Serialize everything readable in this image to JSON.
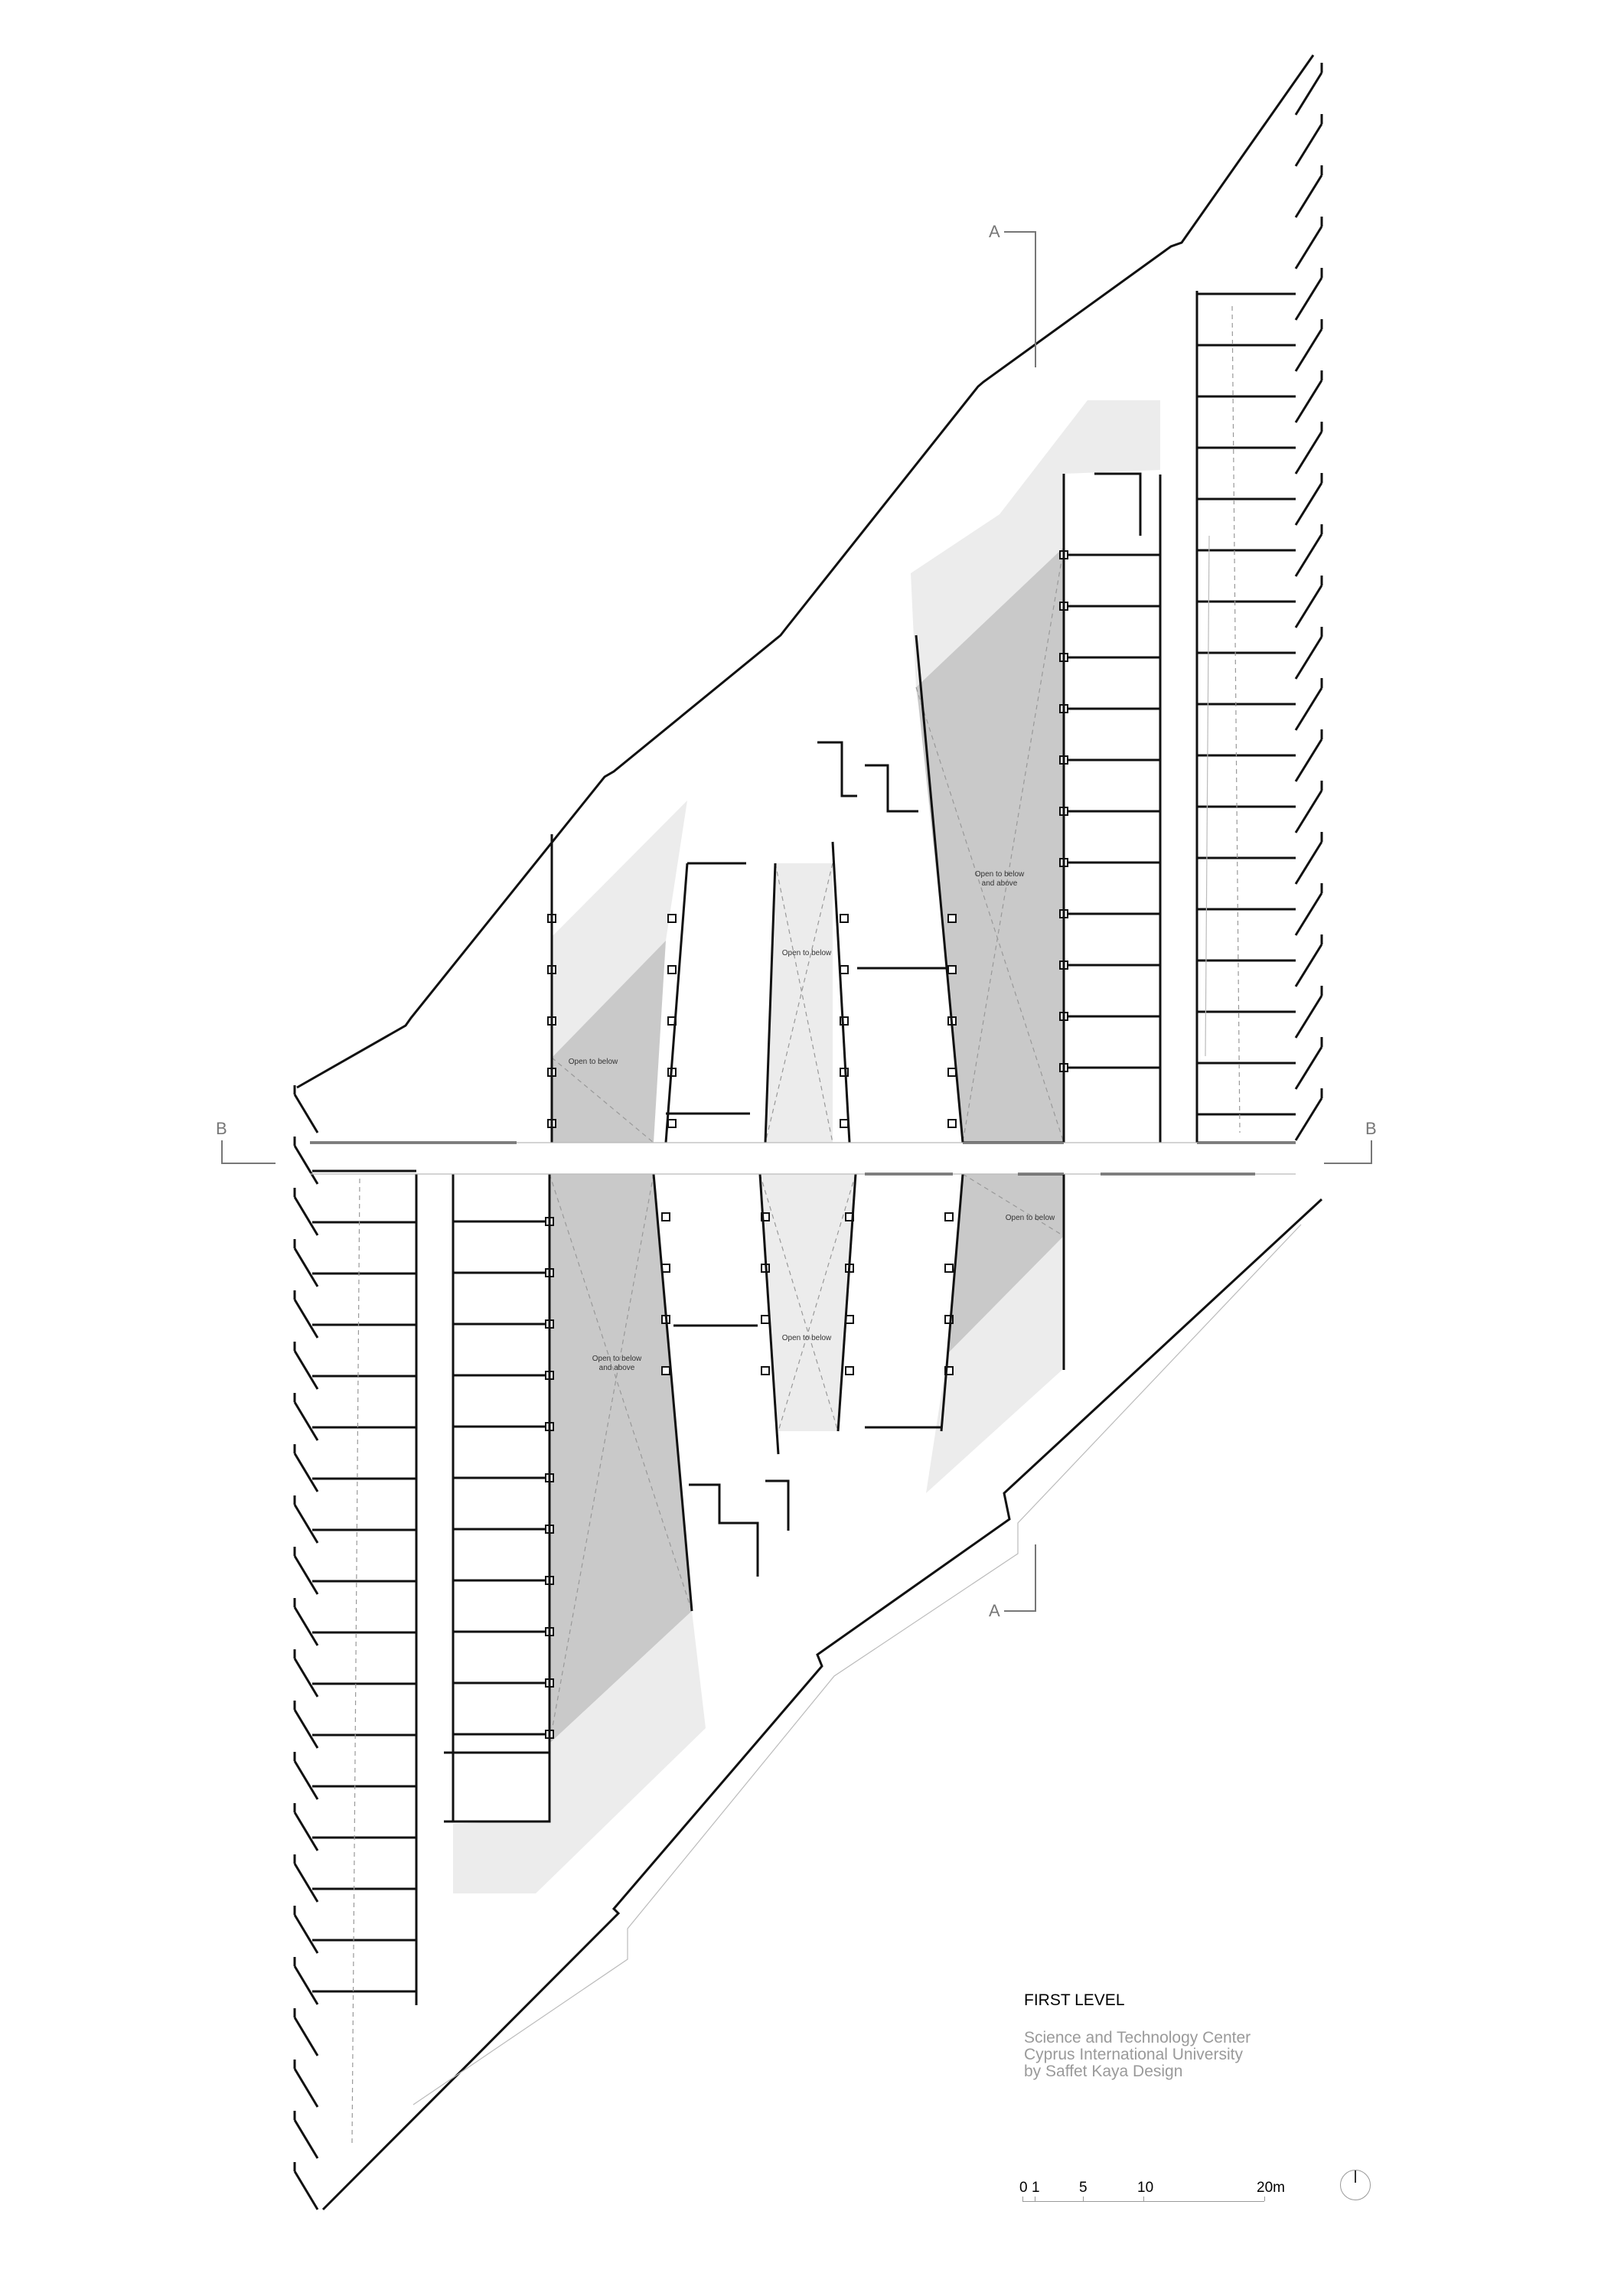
{
  "drawing": {
    "level_title": "FIRST LEVEL",
    "project_lines": [
      "Science and Technology Center",
      "Cyprus International University",
      "by Saffet Kaya Design"
    ]
  },
  "section_markers": {
    "a_top": "A",
    "a_bottom": "A",
    "b_left": "B",
    "b_right": "B"
  },
  "void_labels": {
    "upper_right": [
      "Open to below",
      "and above"
    ],
    "upper_middle": "Open to below",
    "upper_left": "Open to below",
    "lower_left": [
      "Open to below",
      "and above"
    ],
    "lower_middle": "Open to below",
    "lower_right": "Open to below"
  },
  "scale_bar": {
    "labels": [
      "0",
      "1",
      "5",
      "10",
      "20m"
    ],
    "values_m": [
      0,
      1,
      5,
      10,
      20
    ]
  },
  "colors": {
    "void_dark": "#c9c9c9",
    "void_light": "#ececec",
    "wall": "#111111",
    "caption_gray": "#9a9a9a"
  }
}
